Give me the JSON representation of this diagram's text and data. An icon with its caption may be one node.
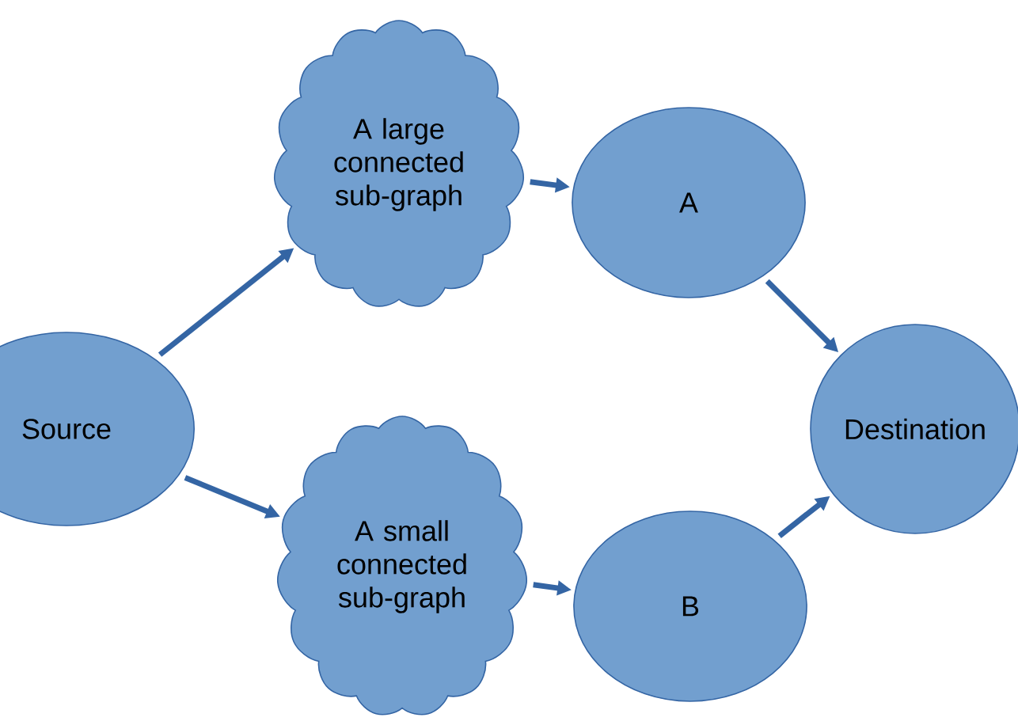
{
  "diagram": {
    "nodes": [
      {
        "text": [
          "Source"
        ]
      },
      {
        "text": [
          "A large connected sub-graph"
        ]
      },
      {
        "text": [
          "A small connected sub-graph"
        ]
      },
      {
        "text": [
          "A"
        ]
      },
      {
        "text": [
          "B"
        ]
      },
      {
        "text": [
          "Destination"
        ]
      }
    ],
    "edges": [
      {
        "from": 0,
        "to": 1,
        "arrow": "to"
      },
      {
        "from": 0,
        "to": 2,
        "arrow": "to"
      },
      {
        "from": 1,
        "to": 3,
        "arrow": "to"
      },
      {
        "from": 2,
        "to": 4,
        "arrow": "to"
      },
      {
        "from": 3,
        "to": 5,
        "arrow": "to"
      },
      {
        "from": 4,
        "to": 5,
        "arrow": "to"
      }
    ]
  }
}
